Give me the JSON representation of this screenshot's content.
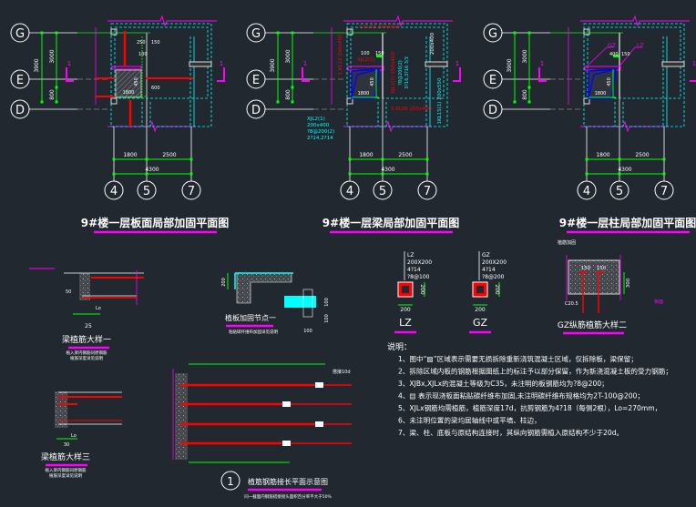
{
  "colors": {
    "background": "#212830",
    "axis": "#ffffff",
    "dimension": "#00ff00",
    "wall": "#00ffff",
    "break_line": "#ff00ff",
    "rebar": "#ff0000",
    "beam_outline": "#0000ff"
  },
  "plans": [
    {
      "title": "9#楼一层板面局部加固平面图",
      "axes_h": [
        "G",
        "E",
        "D"
      ],
      "axes_v": [
        "4",
        "5",
        "7"
      ],
      "dims": {
        "total_v": "3900",
        "upper_v": "3000",
        "lower_v": "800",
        "left_h": "1800",
        "right_h": "2500",
        "total_h": "4300"
      },
      "section_mark": "1",
      "labels": [
        "1800",
        "450",
        "100",
        "150",
        "250",
        "600"
      ]
    },
    {
      "title": "9#楼一层梁局部加固平面图",
      "axes_h": [
        "G",
        "E",
        "D"
      ],
      "axes_v": [
        "4",
        "5",
        "7"
      ],
      "dims": {
        "total_v": "3900",
        "upper_v": "3000",
        "lower_v": "800",
        "left_h": "1800",
        "right_h": "2500",
        "total_h": "4300"
      },
      "section_mark": "1",
      "labels": [
        "1.KL03 200x400",
        "1.KL12 200x400",
        "XJL2(1)",
        "XJL1(1) 250x400",
        "1.KL08 200x400",
        "1KL15(1) 200x550",
        "200x400",
        "100",
        "150",
        "1800",
        "450"
      ],
      "cyan_note": [
        "XJL2(1)",
        "200x400",
        "?8@200(2)",
        "2?14,2?14"
      ],
      "cyan_note2": [
        "?8@200(2)",
        "3?16,3?16 3/3"
      ]
    },
    {
      "title": "9#楼一层柱局部加固平面图",
      "axes_h": [
        "G",
        "E",
        "D"
      ],
      "axes_v": [
        "4",
        "5",
        "7"
      ],
      "dims": {
        "total_v": "3900",
        "upper_v": "3000",
        "lower_v": "800",
        "left_h": "1800",
        "right_h": "2500",
        "total_h": "4300"
      },
      "section_mark": "1",
      "labels": [
        "GZ",
        "LZ",
        "400",
        "150",
        "1800",
        "450"
      ]
    }
  ],
  "details": {
    "beam1": {
      "title": "梁植筋大样一",
      "note": [
        "植入梁内钢筋同原钢筋",
        "植筋深度详见说明"
      ],
      "dims": [
        "25",
        "Lo",
        "50"
      ]
    },
    "slab1": {
      "title": "植板加固节点一",
      "note": "粘贴碳纤维布加固详见说明",
      "dims": [
        "100",
        "100",
        "100",
        "200"
      ]
    },
    "beam3": {
      "title": "梁植筋大样三",
      "note": [
        "植入梁内钢筋同原钢筋",
        "植筋深度详见说明"
      ],
      "dims": [
        "30",
        "Lo"
      ]
    },
    "lap": {
      "mark": "1",
      "title": "植筋钢筋接长平面示意图",
      "note": "同一截面内钢筋搭接接头面积百分率不大于50%",
      "label": "搭接10d"
    },
    "lz": {
      "name": "LZ",
      "spec": [
        "LZ",
        "200X200",
        "4?14",
        "?8@100"
      ],
      "dim_w": "200",
      "dim_h": "200"
    },
    "gz": {
      "name": "GZ",
      "spec": [
        "GZ",
        "200X200",
        "4?14",
        "?8@200"
      ],
      "dim_w": "200",
      "dim_h": "200"
    },
    "gz2": {
      "title": "GZ纵筋植筋大样二",
      "dims": [
        "150",
        "150",
        "300"
      ],
      "label_top": "植筋加固",
      "label_right": "板面",
      "label_left": "C20.5"
    }
  },
  "notes": {
    "heading": "说明：",
    "items": [
      "1、图中“▨”区域表示需要无损拆除重新浇筑混凝土区域，仅拆除板，梁保留；",
      "2、拆除区域内板的钢筋根据图纸上的标注予以部分保留，作为新浇混凝土板的受力钢筋；",
      "3、XJBx,XJLx的混凝土等级为C35，未注明的板钢筋均为?8@200；",
      "4、▤ 表示现浇板面粘贴碳纤维布加固,未注明碳纤维布规格均为2T-100@200；",
      "5、XJLx钢筋均需植筋，植筋深度17d，抗剪钢筋为4?18（每侧2根），Lo=270mm，",
      "6、未注明位置的梁均居轴线中或平墙、柱边，",
      "7、梁、柱、底板与原结构连接时，其纵向钢筋需植入原结构不少于20d。"
    ]
  }
}
